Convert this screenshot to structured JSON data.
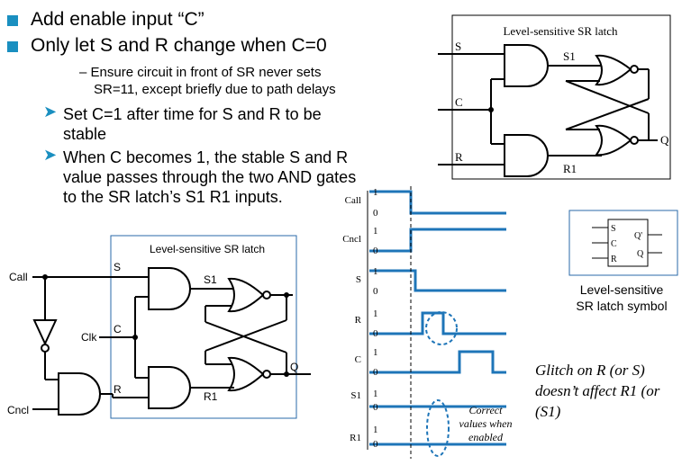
{
  "bullets": {
    "b1": "Add enable input “C”",
    "b2": "Only let S and R change when C=0",
    "sub1_line1": "–  Ensure circuit in front of SR never sets",
    "sub1_line2": "SR=11, except briefly due to path delays",
    "b3_line1": "Set C=1 after time for S and R to be",
    "b3_line2": "stable",
    "b4_line1": "When C becomes 1, the stable S and R",
    "b4_line2": "value passes through the two AND gates",
    "b4_line3": "to the SR latch’s S1 R1 inputs."
  },
  "latch_top": {
    "title": "Level-sensitive SR latch",
    "in_s": "S",
    "in_c": "C",
    "in_r": "R",
    "s1": "S1",
    "r1": "R1",
    "q": "Q"
  },
  "latch_bottom": {
    "title": "Level-sensitive SR latch",
    "call": "Call",
    "clk": "Clk",
    "cncl": "Cncl",
    "in_s": "S",
    "in_c": "C",
    "in_r": "R",
    "s1": "S1",
    "r1": "R1",
    "q": "Q"
  },
  "symbol": {
    "s": "S",
    "c": "C",
    "r": "R",
    "qp": "Q'",
    "q": "Q",
    "caption_line1": "Level-sensitive",
    "caption_line2": "SR latch symbol"
  },
  "timing": {
    "signals": [
      "Call",
      "Cncl",
      "S",
      "R",
      "C",
      "S1",
      "R1"
    ],
    "one": "1",
    "zero": "0",
    "note_line1": "Correct",
    "note_line2": "values when",
    "note_line3": "enabled"
  },
  "glitch": {
    "line1": "Glitch on R (or S)",
    "line2": "doesn’t affect R1 (or",
    "line3": "(S1)"
  },
  "colors": {
    "bullet": "#1a8fc0",
    "wave": "#1e75b8"
  }
}
